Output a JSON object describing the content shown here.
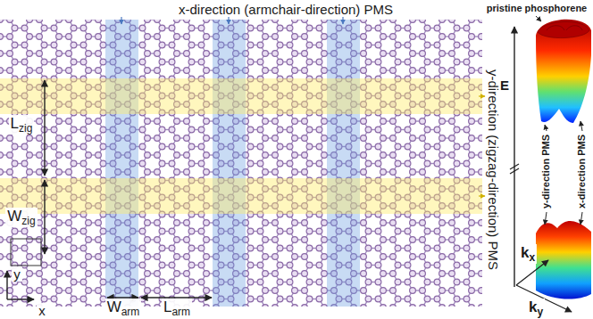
{
  "diagram": {
    "labels": [
      "x-direction (armchair-direction) PMS",
      "y-direction (zigzag-direction) PMS",
      "Lzig",
      "Wzig",
      "Warm",
      "Larm",
      "x",
      "y",
      "pristine phosphorene",
      "E",
      "y-direction PMS",
      "x-direction PMS",
      "kx",
      "ky"
    ]
  }
}
